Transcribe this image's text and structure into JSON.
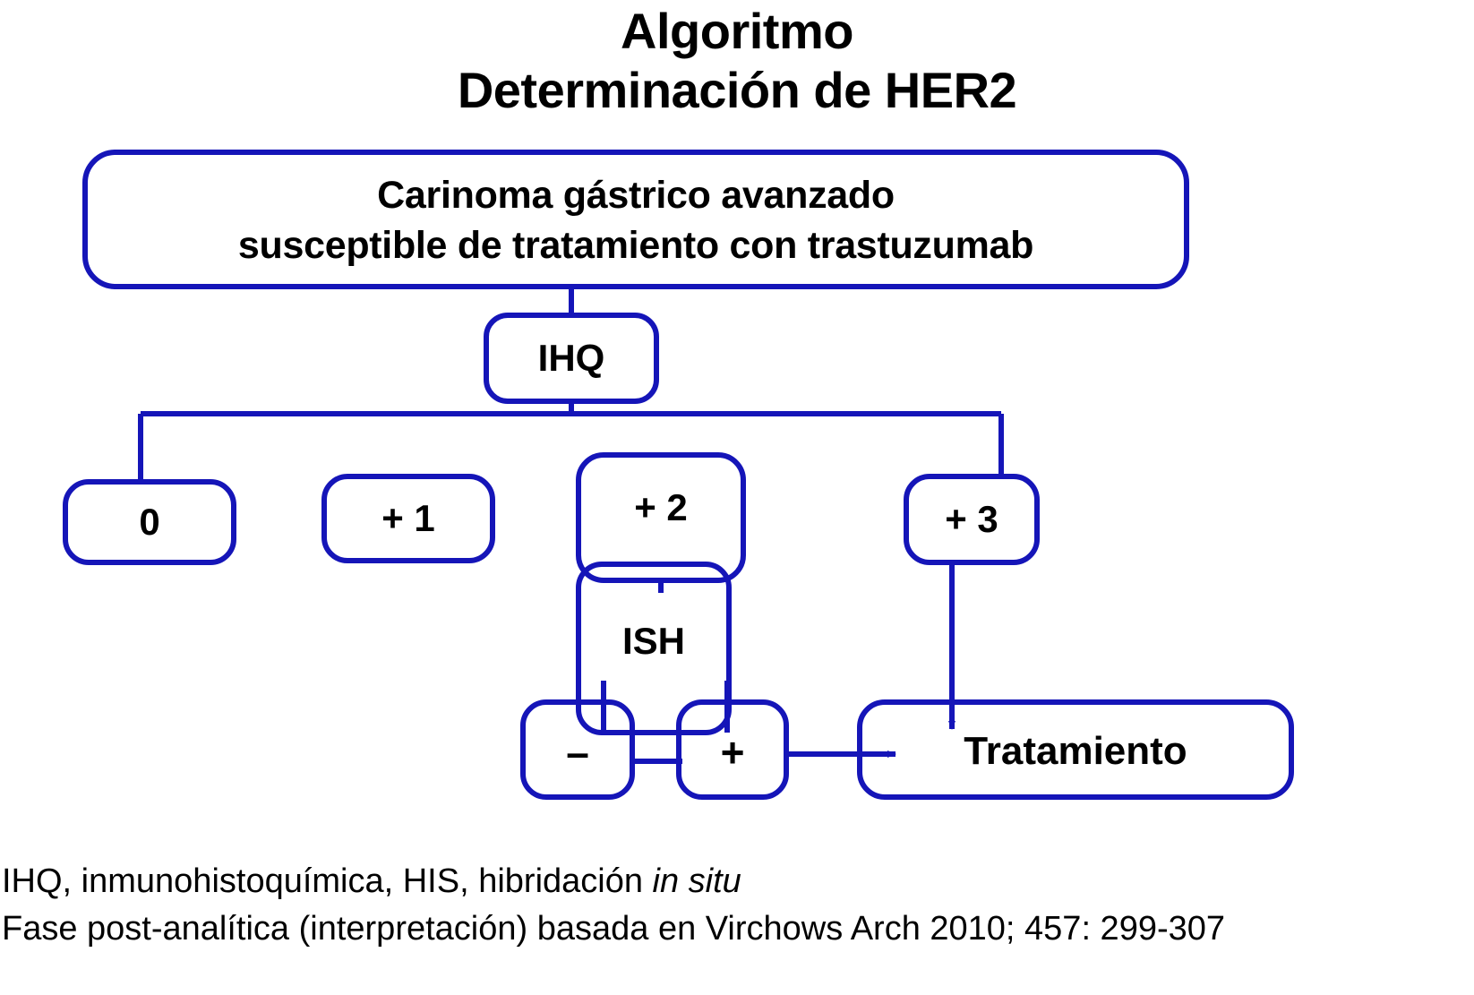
{
  "title": {
    "line1": "Algoritmo",
    "line2": "Determinación de HER2"
  },
  "colors": {
    "stroke": "#1515B8",
    "text": "#000000",
    "background": "#FFFFFF"
  },
  "flowchart": {
    "type": "flowchart",
    "nodes": [
      {
        "id": "indication",
        "line1": "Carinoma gástrico avanzado",
        "line2": "susceptible de tratamiento con trastuzumab"
      },
      {
        "id": "ihq",
        "label": "IHQ"
      },
      {
        "id": "score0",
        "label": "0"
      },
      {
        "id": "score1",
        "label": "+ 1"
      },
      {
        "id": "score2",
        "label": "+ 2"
      },
      {
        "id": "score3",
        "label": "+ 3"
      },
      {
        "id": "ish",
        "label": "ISH"
      },
      {
        "id": "ish_neg",
        "label": "–"
      },
      {
        "id": "ish_pos",
        "label": "+"
      },
      {
        "id": "treatment",
        "label": "Tratamiento"
      }
    ],
    "edges": [
      {
        "from": "indication",
        "to": "ihq",
        "arrow": false
      },
      {
        "from": "ihq",
        "to": "score0",
        "arrow": false
      },
      {
        "from": "ihq",
        "to": "score2",
        "arrow": false
      },
      {
        "from": "ihq",
        "to": "score3",
        "arrow": false
      },
      {
        "from": "score2",
        "to": "ish",
        "arrow": false
      },
      {
        "from": "ish",
        "to": "ish_neg",
        "arrow": false
      },
      {
        "from": "ish",
        "to": "ish_pos",
        "arrow": false
      },
      {
        "from": "ish_neg",
        "to": "ish_pos",
        "arrow": false
      },
      {
        "from": "ish_pos",
        "to": "treatment",
        "arrow": true
      },
      {
        "from": "score3",
        "to": "treatment",
        "arrow": true
      }
    ]
  },
  "footnotes": {
    "line1_a": "IHQ, inmunohistoquímica, HIS, hibridación ",
    "line1_b": "in situ",
    "line2": "Fase post-analítica (interpretación) basada en Virchows Arch 2010; 457: 299-307"
  }
}
